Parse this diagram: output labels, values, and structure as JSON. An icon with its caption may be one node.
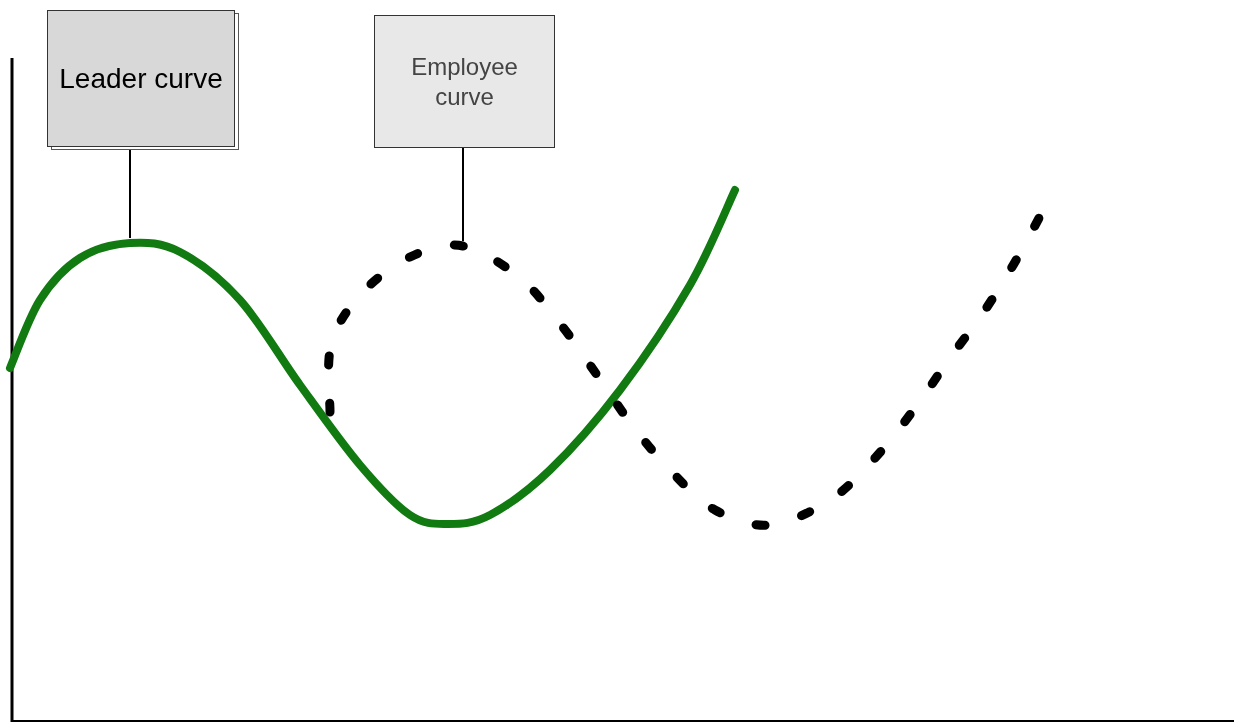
{
  "diagram": {
    "nodes": [
      {
        "text": [
          "Leader curve"
        ]
      },
      {
        "text": [
          "Employee curve"
        ]
      },
      {
        "text": [],
        "shape": "curve"
      },
      {
        "text": [],
        "shape": "curve"
      }
    ],
    "edges": [
      {
        "from": 0,
        "to": 2,
        "arrow": "none"
      },
      {
        "from": 1,
        "to": 3,
        "arrow": "none"
      }
    ]
  }
}
